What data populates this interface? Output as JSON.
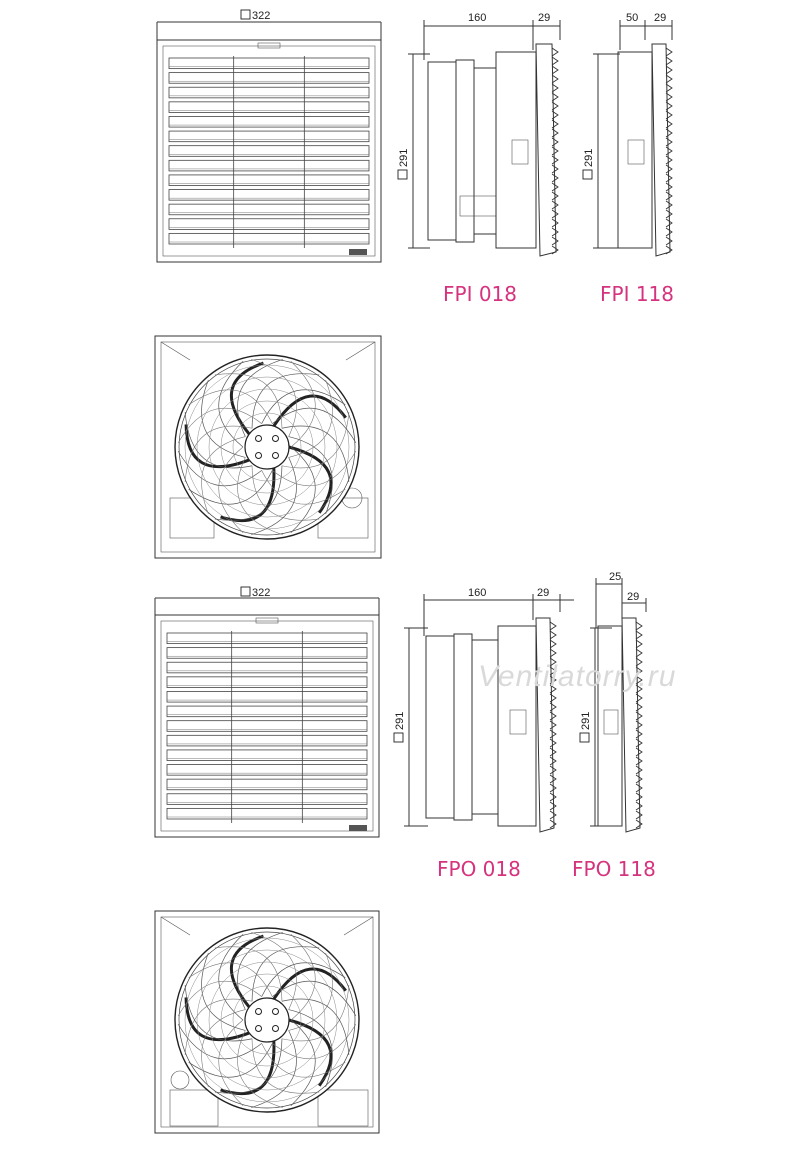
{
  "models": {
    "fpi018": "FPI 018",
    "fpi118": "FPI 118",
    "fpo018": "FPO 018",
    "fpo118": "FPO 118"
  },
  "dimensions": {
    "width_322": "322",
    "height_291": "291",
    "depth_160": "160",
    "depth_29": "29",
    "depth_50": "50",
    "depth_25": "25"
  },
  "watermark": "Ventilatorry.ru",
  "colors": {
    "label": "#d6337e",
    "line": "#333333",
    "watermark": "#d9d9d9"
  },
  "icons": [
    "square-size-symbol-icon",
    "fan-impeller-icon",
    "louvre-grille-icon",
    "brand-logo-icon"
  ]
}
